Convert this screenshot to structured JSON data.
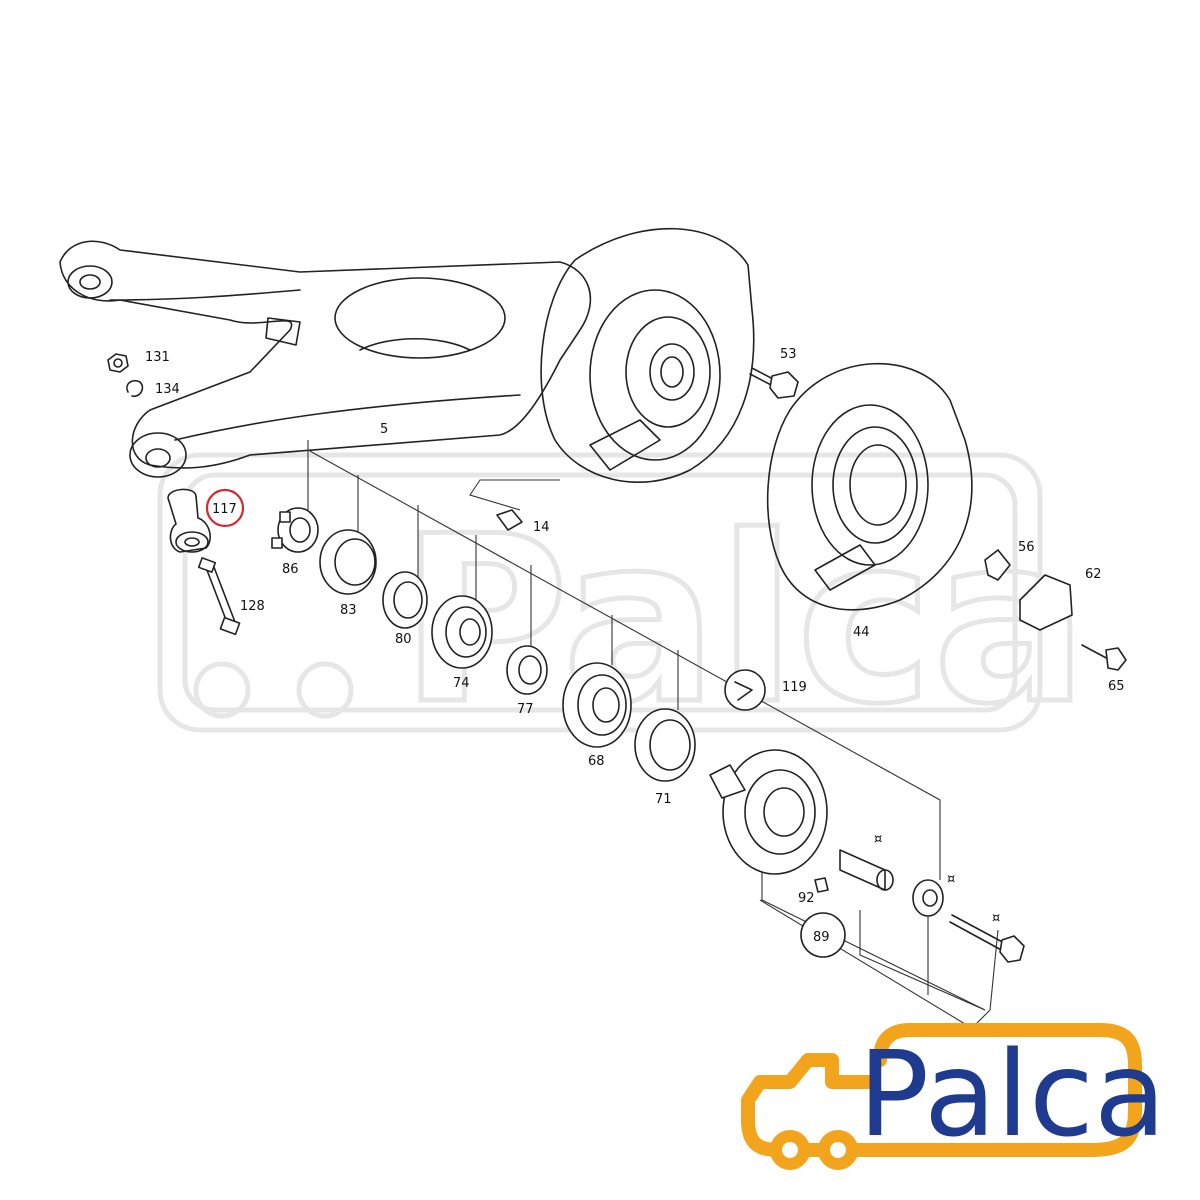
{
  "diagram": {
    "highlight_color": "#d9262c",
    "highlighted_part": "117",
    "parts": [
      {
        "id": "131"
      },
      {
        "id": "134"
      },
      {
        "id": "5"
      },
      {
        "id": "117"
      },
      {
        "id": "128"
      },
      {
        "id": "86"
      },
      {
        "id": "83"
      },
      {
        "id": "80"
      },
      {
        "id": "74"
      },
      {
        "id": "77"
      },
      {
        "id": "68"
      },
      {
        "id": "71"
      },
      {
        "id": "14"
      },
      {
        "id": "119"
      },
      {
        "id": "53"
      },
      {
        "id": "44"
      },
      {
        "id": "56"
      },
      {
        "id": "62"
      },
      {
        "id": "65"
      },
      {
        "id": "92"
      },
      {
        "id": "89"
      }
    ],
    "footnote_symbol": "¤"
  },
  "watermark": {
    "text": "Palca"
  },
  "logo": {
    "text": "Palca",
    "text_color": "#1f3b8f",
    "frame_color": "#f2a51c"
  }
}
